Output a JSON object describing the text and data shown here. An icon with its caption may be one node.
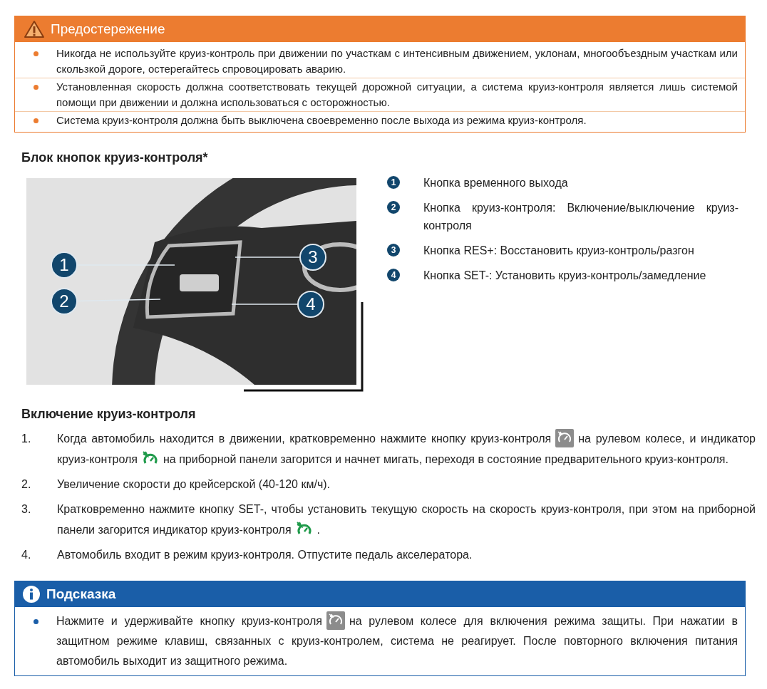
{
  "diagram": {
    "nodes": [
      {
        "text": [
          "Предостережение",
          "Никогда не используйте круиз-контроль при движении по участкам с интенсивным движением, уклонам, многообъездным участкам или скользкой дороге, остерегайтесь спровоцировать аварию.",
          "Установленная скорость должна соответствовать текущей дорожной ситуации, а система круиз-контроля является лишь системой помощи при движении и должна использоваться с осторожностью.",
          "Система круиз-контроля должна быть выключена своевременно после выхода из режима круиз-контроля."
        ]
      },
      {
        "text": [
          "1"
        ]
      },
      {
        "text": [
          "2"
        ]
      },
      {
        "text": [
          "3"
        ]
      },
      {
        "text": [
          "4"
        ]
      },
      {
        "text": [
          "Подсказка",
          "Нажмите и удерживайте кнопку круиз-контроля",
          "на рулевом колесе для включения режима защиты. При нажатии в защитном режиме клавиш, связанных с круиз-контролем, система не реагирует. После повторного включения питания автомобиль выходит из защитного режима."
        ]
      }
    ],
    "edges": [
      {
        "from": 1,
        "to": null,
        "arrow": "none"
      },
      {
        "from": 2,
        "to": null,
        "arrow": "none"
      },
      {
        "from": 3,
        "to": null,
        "arrow": "none"
      },
      {
        "from": 4,
        "to": null,
        "arrow": "none"
      }
    ],
    "labels": [
      "Блок кнопок круиз-контроля*",
      "1",
      "Кнопка временного выхода",
      "2",
      "Кнопка круиз-контроля: Включение/выключение круиз-контроля",
      "3",
      "Кнопка RES+: Восстановить круиз-контроль/разгон",
      "4",
      "Кнопка SET-: Установить круиз-контроль/замедление",
      "Включение круиз-контроля",
      "1.",
      "Когда автомобиль находится в движении, кратковременно нажмите кнопку круиз-контроля",
      "на рулевом колесе, и индикатор круиз-контроля",
      "на приборной панели загорится и начнет мигать, переходя в состояние предварительного круиз-контроля.",
      "2.",
      "Увеличение скорости до крейсерской (40-120 км/ч).",
      "3.",
      "Кратковременно нажмите кнопку SET-, чтобы установить текущую скорость на скорость круиз-контроля, при этом на приборной панели загорится индикатор круиз-контроля",
      ".",
      "4.",
      "Автомобиль входит в режим круиз-контроля. Отпустите педаль акселератора."
    ]
  }
}
